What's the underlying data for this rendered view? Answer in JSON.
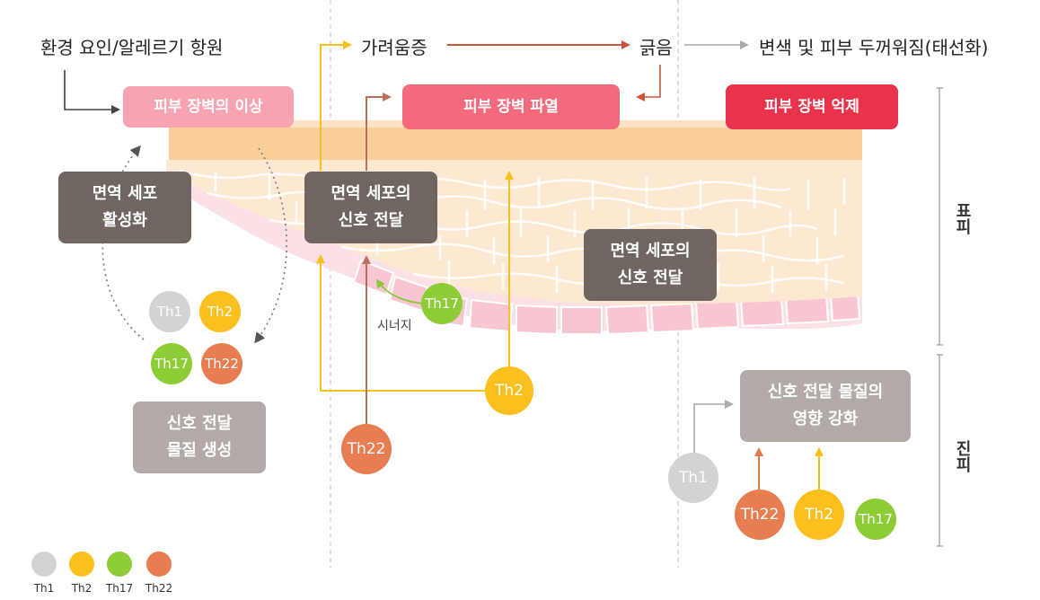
{
  "flow": {
    "env": "환경 요인/알레르기 항원",
    "itch": "가려움증",
    "scratch": "긁음",
    "result": "변색 및 피부 두꺼워짐(태선화)"
  },
  "barrier": {
    "abnormal": "피부 장벽의 이상",
    "broken": "피부 장벽 파열",
    "suppressed": "피부 장벽 억제"
  },
  "boxes": {
    "activation_l1": "면역 세포",
    "activation_l2": "활성화",
    "signal1_l1": "면역 세포의",
    "signal1_l2": "신호 전달",
    "signal2_l1": "면역 세포의",
    "signal2_l2": "신호 전달",
    "produce_l1": "신호 전달",
    "produce_l2": "물질 생성",
    "enhance_l1": "신호 전달 물질의",
    "enhance_l2": "영향 강화"
  },
  "synergy": "시너지",
  "layers": {
    "epidermis": "표피",
    "dermis": "진피"
  },
  "cells": {
    "th1": "Th1",
    "th2": "Th2",
    "th17": "Th17",
    "th22": "Th22"
  },
  "legend": [
    "Th1",
    "Th2",
    "Th17",
    "Th22"
  ],
  "colors": {
    "th1": "#d4d2d3",
    "th2": "#fbc01e",
    "th17": "#8ccd36",
    "th22": "#e87d51",
    "dark_box": "#6f6661",
    "grey_box": "#b2aaa6"
  }
}
